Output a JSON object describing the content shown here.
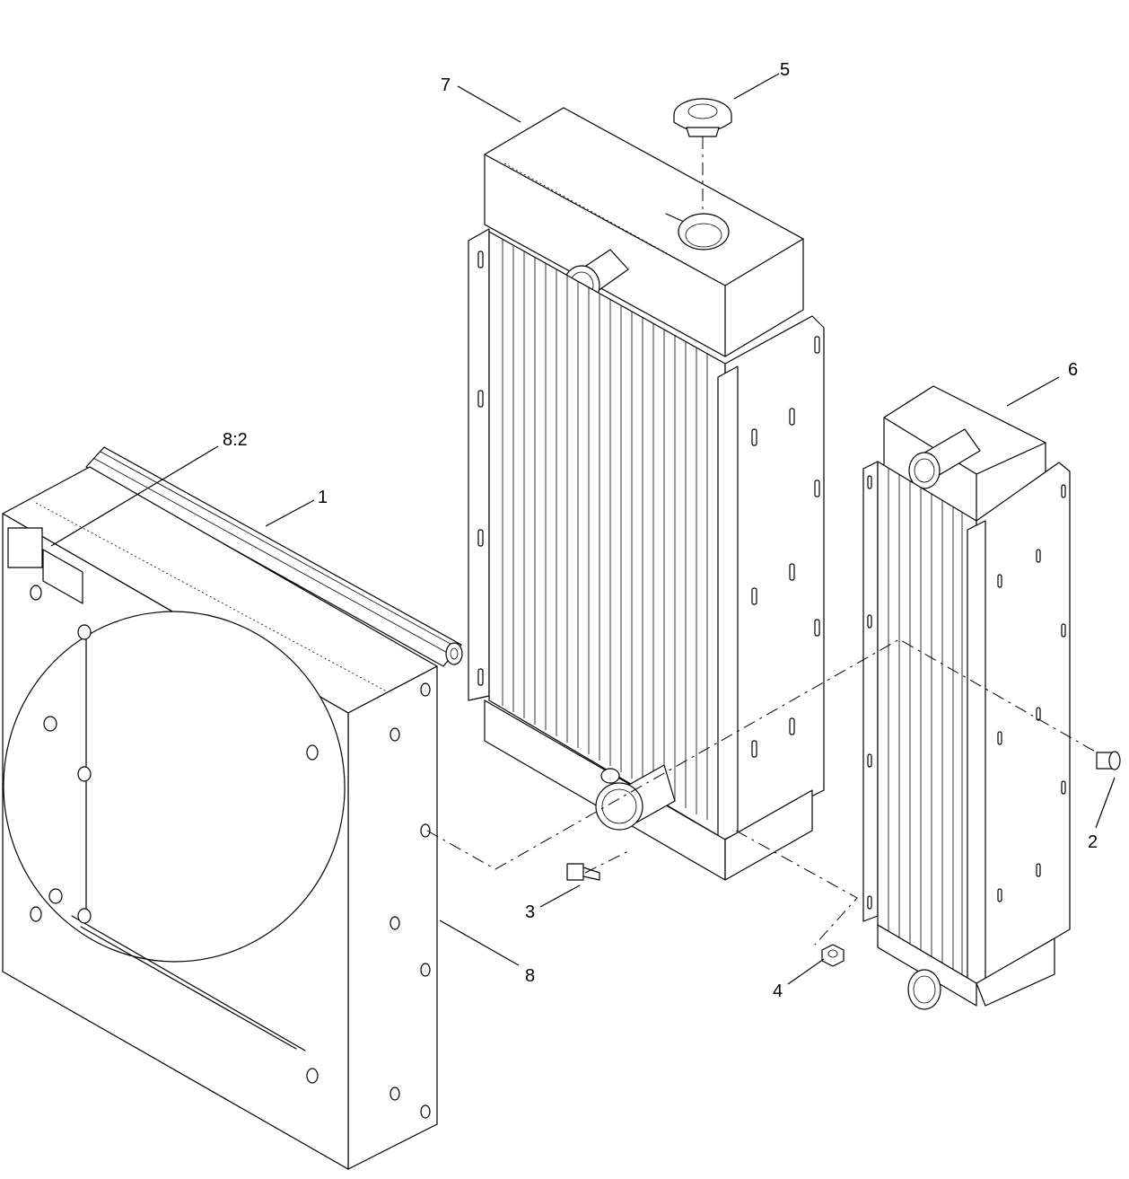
{
  "diagram": {
    "callouts": [
      {
        "id": "c1",
        "label": "1"
      },
      {
        "id": "c2",
        "label": "2"
      },
      {
        "id": "c3",
        "label": "3"
      },
      {
        "id": "c4",
        "label": "4"
      },
      {
        "id": "c5",
        "label": "5"
      },
      {
        "id": "c6",
        "label": "6"
      },
      {
        "id": "c7",
        "label": "7"
      },
      {
        "id": "c8",
        "label": "8"
      },
      {
        "id": "c82",
        "label": "8:2"
      }
    ]
  }
}
